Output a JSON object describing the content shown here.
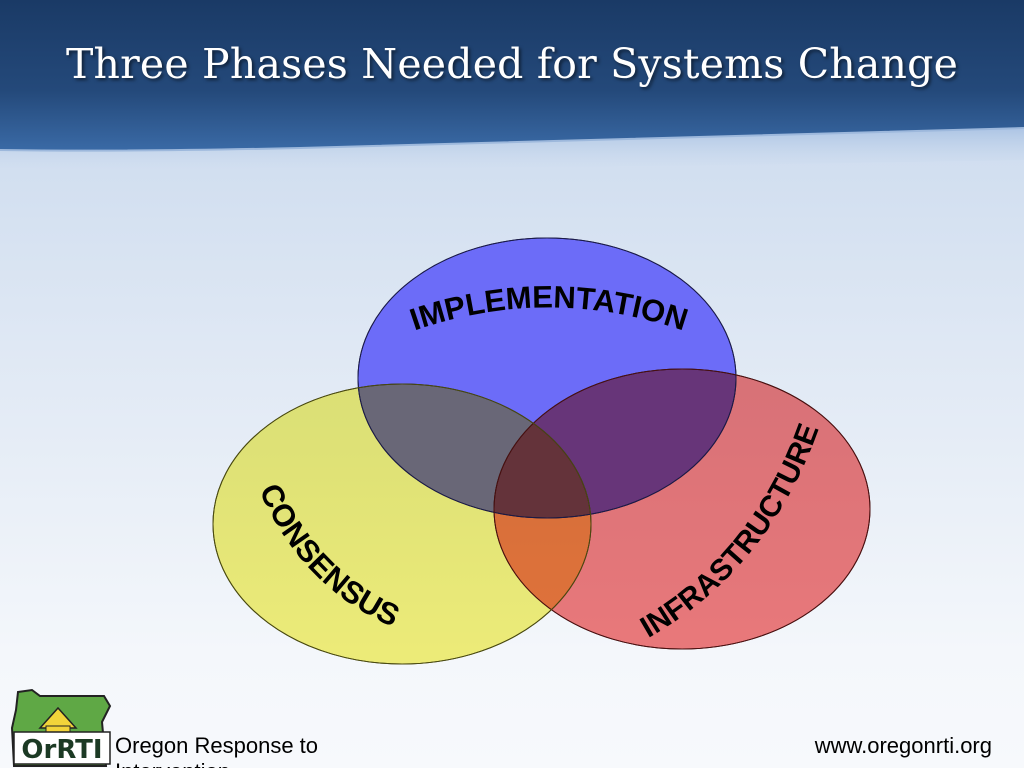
{
  "slide": {
    "title": "Three Phases Needed for Systems Change"
  },
  "diagram": {
    "type": "venn",
    "circles": [
      {
        "label": "IMPLEMENTATION",
        "color": "#6c6cf8"
      },
      {
        "label": "CONSENSUS",
        "color": "#f5f27a"
      },
      {
        "label": "INFRASTRUCTURE",
        "color": "#f47c7c"
      }
    ]
  },
  "footer": {
    "logo_text": "OrRTI",
    "org_name": "Oregon Response to Intervention",
    "website": "www.oregonrti.org"
  },
  "colors": {
    "header": "#1f4270",
    "logo_green": "#5fa845"
  }
}
